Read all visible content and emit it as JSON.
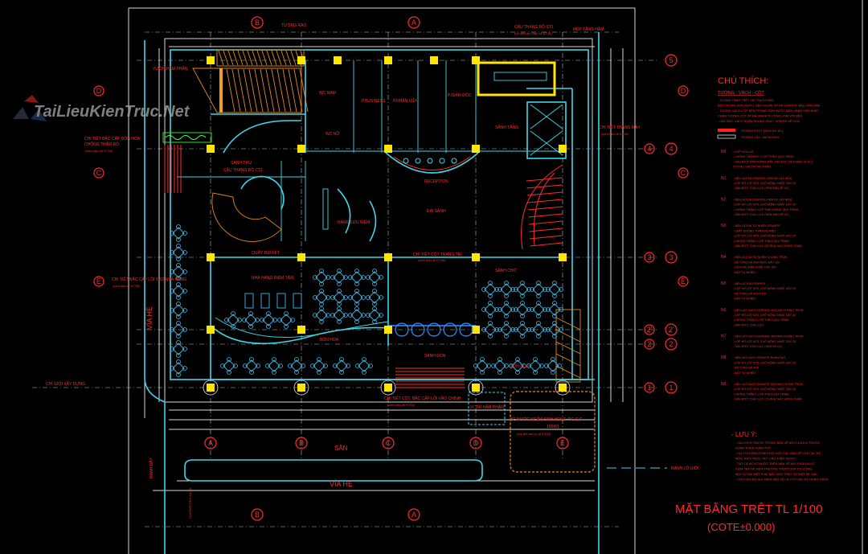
{
  "watermark": {
    "text": "TaiLieuKienTruc.Net"
  },
  "title": {
    "main": "MẶT BẰNG TRỆT TL 1/100",
    "sub": "(COTE±0.000)"
  },
  "grid_top": [
    "B",
    "A"
  ],
  "grid_bottom_letters": [
    "A",
    "B",
    "C",
    "D",
    "E"
  ],
  "grid_bottom_row2": [
    "B",
    "A"
  ],
  "grid_right_numbers": [
    "5",
    "4",
    "3",
    "2'",
    "2",
    "1"
  ],
  "grid_right_numbers_inner": [
    "4",
    "3",
    "2'",
    "2",
    "1"
  ],
  "grid_side_letters": [
    "D",
    "C",
    "E"
  ],
  "rooms": {
    "tuong_rao": "TƯỜNG RÀO",
    "vuon": "VƯỜN HẦM PHÂN",
    "wc_nam": "WC NAM",
    "wc_nu": "WC NỮ",
    "p_business": "P.BUSINESS",
    "p_nhan_vien": "P.NHÂN VIÊN",
    "p_giam_doc": "P.GIÁM ĐỐC",
    "sanh_tang": "SẢNH TẦNG",
    "cau_thang_st1": "CẦU THANG BỘ ST1",
    "cau_thang_st1_note": "(chi tiết xem bản vẽ KT28)",
    "mep_tang_ham": "MÉP TẦNG HẦM",
    "sanh_phu": "SẢNH PHỤ",
    "cau_thang_ct2": "CẦU THANG BỘ CT2",
    "reception": "RECEPTION",
    "dai_sanh": "ĐẠI SẢNH",
    "hang_luu_niem": "HÀNG LƯU NIỆM",
    "quay_buffet": "QUẦY BUFFET",
    "nha_hang": "NHÀ HÀNG ĐIỂM TÂM",
    "bon_hoa_1": "BỒN HOA",
    "bon_hoa_2": "BỒN HOA",
    "sanh_don": "SẢNH ĐÓN",
    "sanh_cho": "SẢNH CHỜ",
    "vi_tri_ham_phan": "VỊ TRÍ HẦM PHÂN",
    "be_nuoc": "BỂ NƯỚC NGẦM SINH HOẠT+P.C.C.C",
    "be_nuoc_vol": "100M3",
    "be_nuoc_note": "(chi tiết xem b.vẽ KT33)",
    "chi_tiet_cot": "CHI TIẾT CỘT TRANG TRÍ",
    "chi_tiet_cot_note": "(xem bản vẽ KT36)",
    "chi_tiet_bac_cap": "CHI TIẾT BẬC CẤP, BỒN HOA",
    "chong_tham": "CHỐNG THẤM ĐỔ",
    "chi_tiet_bac_cap_note": "(xem bản vẽ KT35)",
    "chi_tiet_loi_vao_nh": "CHI TIẾT BẬC CẤP LỐI VÀO NHÀ HÀNG",
    "chi_tiet_loi_vao_nh_note": "(xem bản vẽ KT35)",
    "chi_tiet_loi_vao_chinh": "CHI TIẾT CỘT, BẬC CẤP LỐI VÀO CHÍNH",
    "chi_tiet_loi_vao_chinh_note": "(xem bản vẽ KT35)",
    "chi_tiet_thang_may": "CHI TIẾT THANG MÁY",
    "chi_tiet_thang_may_note": "(xem bản vẽ KT30)",
    "san": "SÂN",
    "via_he_bottom": "VỈA HÈ",
    "via_he_left": "VỈA HÈ",
    "ranh_dat": "RANH ĐẤT",
    "chi_gioi": "CHỈ GIỚI XÂY DỰNG",
    "ranh_lo_gioi": "RANH LỘ GIỚI",
    "ranh_dat_bottom": "CHỈ GIỚI CÂY XANH"
  },
  "legend": {
    "heading": "CHÚ THÍCH:",
    "sub": "TƯỜNG - VÁCH - CỘT",
    "lines": [
      "- TƯỜNG TẦNG TRỆT XÂY GẠCH ỐNG",
      "  BÊN TRONG SƠN NƯỚC, BÊN NGOÀI ỐP ĐÁ GRANITE MÀU XÁM ĐẬM",
      "- TƯỜNG-VÁCH-CỘT BÊN TRONG SƠN NƯỚC MÀU VÀNG KEM NHẠT",
      "  CHÂN TƯỜNG-CỘT ỐP ĐÁ GRANITE CÙNG LOẠI VỚI NỀN",
      "- CÁC BỨC VÁCH NGĂN KHUNG-KÍNH : XEM BV VẼ CỬA"
    ],
    "swatch_btct": "TƯỜNG BTCT (XEM BV KC)",
    "swatch_gach": "TƯỜNG XÂY GẠCH ỐNG",
    "items": [
      {
        "code": "N0",
        "lines": [
          "- LỚP XỬA LÁT",
          "- CHỐNG THẤM KÝ 2 LỚP THEO QUY TRÌNH",
          "- SÀN BTCT KIM-PHẲNG MẶT, THU DỐC (XEM BẢN VẼ KC)",
          "  CÓ PHỤ GIA CHỐNG THẤM"
        ]
      },
      {
        "code": "N1",
        "lines": [
          "- NỀN LÁT ĐÁ GRANITE (XEM BV LÁT NỀN)",
          "- LỚP HỒ LÓT M75, CHỖ MỎNG NHẤT DÀY 20",
          "- SÀN BTCT CHỊU LỰC (XEM BẢN VẼ KC)"
        ]
      },
      {
        "code": "N2",
        "lines": [
          "- NỀN LÁT ĐÁ GRANITE (XEM BV LÁT NỀN)",
          "- LỚP HỒ LÓT M75, CHỖ MỎNG NHẤT DÀY 20",
          "- CHỐNG THẤM 2 LỚP THEO ĐÚNG QUY TRÌNH",
          "- SÀN BTCT CHỊU LỰC (XEM BẢN VẼ KC)"
        ]
      },
      {
        "code": "N3",
        "lines": [
          "- NỀN LÁT ĐÁ TỰ NHIÊN GRANITE",
          "- CHẤT KHÔNG THẤM ĐỘ MIỆT",
          "- LỚP HỒ LÓT M75, CHỖ MỎNG NHẤT DÀY 20",
          "- CHỐNG THẤM 2 LỚP THEO QUY TRÌNH",
          "- SÀN BTCT CHỊU LỰC CÓ PHỤ GIA CHỐNG THẤM"
        ]
      },
      {
        "code": "N4",
        "lines": [
          "- NỀN LÁT ĐÁ TỰ NHIÊN CHỐNG TRƠN",
          "- BÊ TÔNG ĐÁ 4X6 M100, DÀY 100",
          "- CÁT PHÚ ĐẦM CHẶT, DÀY 200",
          "- ĐẤT TỰ NHIÊN"
        ]
      },
      {
        "code": "N5",
        "lines": [
          "- NỀN LÁT ĐÁ GRANITE",
          "- LỚP HỒ LÓT M75, CHỖ MỎNG NHẤT DÀY 20",
          "- BÊ TÔNG ĐÁ 4X6 M100",
          "- ĐẤT TỰ NHIÊN"
        ]
      },
      {
        "code": "N6",
        "lines": [
          "- NỀN LÁT GẠCH CERAMIC 400X400 CHỐNG TRƠN",
          "- LỚP HỒ LÓT M75, CHỖ MỎNG NHẤT DÀY 20",
          "- CHỐNG THẤM 2 LỚP THEO QUY TRÌNH",
          "- SÀN BTCT CHỊU LỰC"
        ]
      },
      {
        "code": "N7",
        "lines": [
          "- NỀN LÁT GẠCH CERAMIC 400X400 CHỐNG TRƠN",
          "- LỚP HỒ LÓT M75, CHỖ MỎNG NHẤT DÀY 20",
          "- SÀN BTCT CHỊU LỰC (XEM BV KC)"
        ]
      },
      {
        "code": "N8",
        "lines": [
          "- NỀN LÁT GẠCH GRANITE NHÂN TẠO",
          "- LỚP HỒ LÓT M75, CHỖ MỎNG NHẤT DÀY 20",
          "- BÊ TÔNG ĐÁ 4X6",
          "- ĐẤT TỰ NHIÊN"
        ]
      },
      {
        "code": "N9",
        "lines": [
          "- NỀN LÁT GẠCH GRANITE 300X300 CHỐNG TRƠN",
          "- LỚP HỒ LÓT M75, CHỖ MỎNG NHẤT DÀY 20",
          "- CHỐNG THẤM 2 LỚP THEO QUY TRÌNH",
          "- SÀN BTCT CHỊU LỰC CÓ PHỤ GIA CHỐNG THẤM"
        ]
      }
    ],
    "note_heading": "- LƯU Ý:",
    "notes": [
      "- CÁC KÍCH THƯỚC TRONG BẢN VẼ NÀY LÀ KÍCH THƯỚC",
      "  HOÀN THIỆN PHẦN THÔ",
      "- KHI THI CÔNG PHẢI PHỐI HỢP CÁC BẢN VẼ CỦA CÁC BỘ",
      "  MÔN: KIẾN TRÚC, KẾT CẤU, ĐIỆN, NƯỚC...",
      "- TẤT CẢ KÍCH THƯỚC TRÊN BẢN VẼ NÀY PHẢI ĐƯỢC",
      "  KIỂM TRA TẠI HIỆN TRƯỜNG TRƯỚC KHI THI CÔNG.",
      "  MỌI SỰ SAI BIỆT PHẢI BÁO CHO THIẾT KẾ BIẾT ĐỂ GIẢI",
      "- CỐT CAO ĐỘ GHI TRÊN BẢN VẼ LÀ CỐT CAO ĐỘ HOÀN THIỆN"
    ]
  },
  "colors": {
    "background": "#000000",
    "text": "#ff2b2b",
    "wall": "#3fd6e6",
    "column": "#ffe600",
    "stair": "#e58a1f"
  }
}
